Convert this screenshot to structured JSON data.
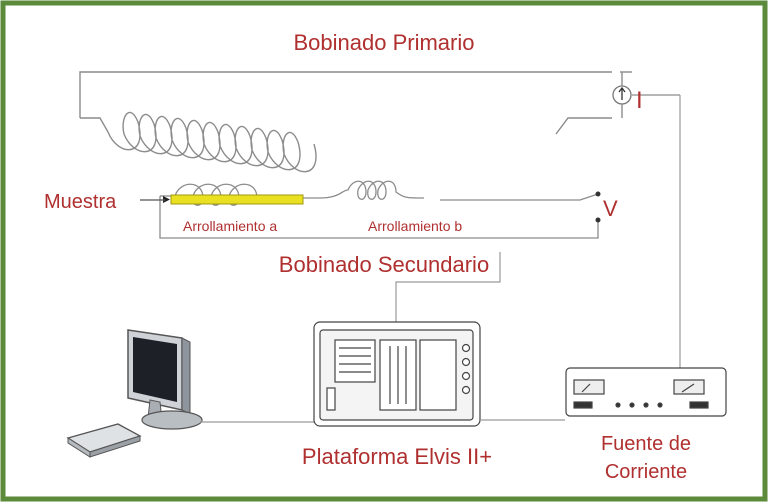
{
  "labels": {
    "primary_coil": "Bobinado Primario",
    "current_marker": "I",
    "sample": "Muestra",
    "winding_a": "Arrollamiento  a",
    "winding_b": "Arrollamiento  b",
    "voltage_marker": "V",
    "secondary_coil": "Bobinado Secundario",
    "platform": "Plataforma Elvis II+",
    "power_source_line1": "Fuente de",
    "power_source_line2": "Corriente"
  },
  "colors": {
    "frame_border": "#5a8a3a",
    "label_text": "#b03030",
    "wire": "#9a9a9a",
    "sample_fill": "#e8e020",
    "sample_text": "#b03030"
  }
}
